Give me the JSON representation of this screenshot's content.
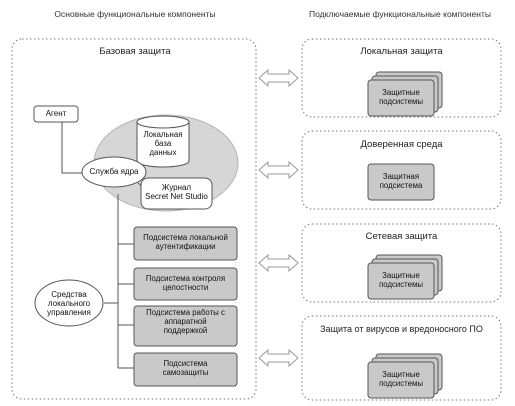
{
  "headers": {
    "left": "Основные функциональные компоненты",
    "right": "Подключаемые функциональные компоненты"
  },
  "base": {
    "title": "Базовая защита",
    "agent": "Агент",
    "kernel": "Служба ядра",
    "local_db": "Локальная\nбаза\nданных",
    "journal": "Журнал\nSecret Net Studio",
    "local_mgmt": "Средства\nлокального\nуправления",
    "subsystems": [
      "Подсистема локальной\nаутентификации",
      "Подсистема контроля\nцелостности",
      "Подсистема работы с\nаппаратной\nподдержкой",
      "Подсистема\nсамозащиты"
    ]
  },
  "modules": [
    {
      "title": "Локальная защита",
      "card": "Защитные\nподсистемы",
      "stacked": true
    },
    {
      "title": "Доверенная среда",
      "card": "Защитная\nподсистема",
      "stacked": false
    },
    {
      "title": "Сетевая защита",
      "card": "Защитные\nподсистемы",
      "stacked": true
    },
    {
      "title": "Защита от вирусов и вредоносного ПО",
      "card": "Защитные\nподсистемы",
      "stacked": true
    }
  ],
  "colors": {
    "box_fill": "#c9c9c9",
    "ellipse_fill": "#d6d6d6",
    "line": "#555555",
    "dotted_border": "#777777"
  }
}
